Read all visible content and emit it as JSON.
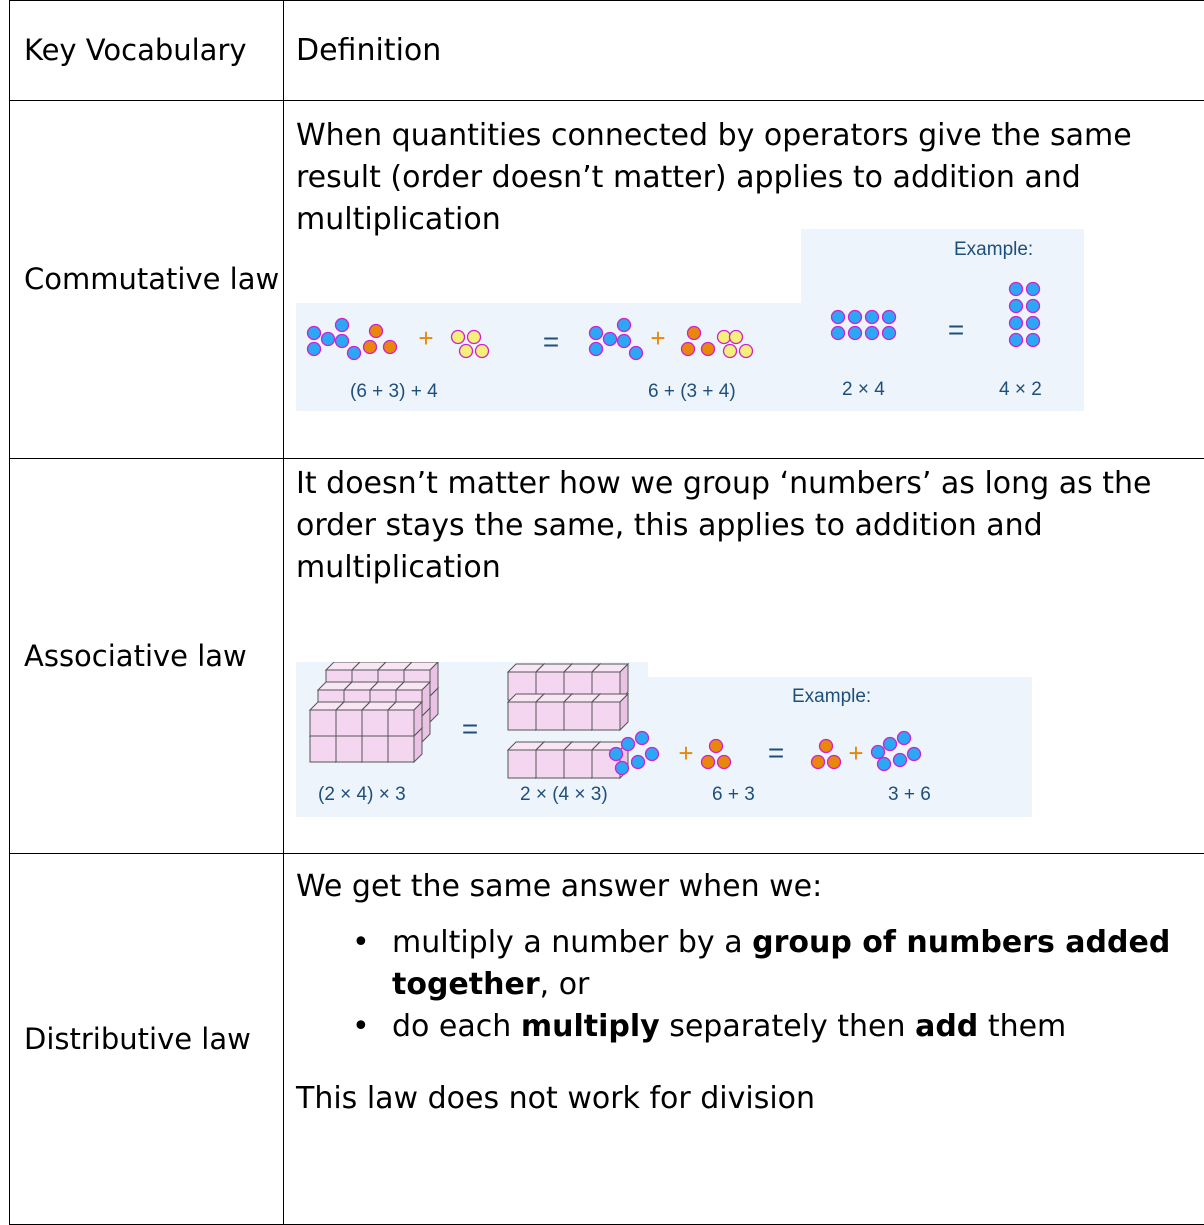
{
  "header": {
    "term": "Key Vocabulary",
    "definition": "Definition"
  },
  "rows": [
    {
      "term": "Commutative law",
      "definition": "When quantities connected by operators give the same result (order doesn’t matter) applies to addition and multiplication",
      "figure": {
        "example_label": "Example:",
        "captions": [
          "(6 + 3) + 4",
          "6 + (3 + 4)",
          "2 × 4",
          "4 × 2"
        ],
        "symbols": [
          "+",
          "=",
          "+",
          "="
        ]
      }
    },
    {
      "term": "Associative law",
      "definition": "It doesn’t matter how we group ‘numbers’ as long as the order stays the same, this applies to addition and multiplication",
      "figure": {
        "example_label": "Example:",
        "captions": [
          "(2 × 4) × 3",
          "2 × (4 × 3)",
          "6 + 3",
          "3 + 6"
        ],
        "symbols": [
          "=",
          "+",
          "=",
          "+"
        ]
      }
    },
    {
      "term": "Distributive law",
      "intro": "We get the same answer when we:",
      "bullets": [
        {
          "pre": "multiply a number by a ",
          "bold": "group of numbers added together",
          "post": ", or"
        },
        {
          "pre": "do each ",
          "bold": "multiply",
          "mid": " separately then ",
          "bold2": "add",
          "post": " them"
        }
      ],
      "outro": "This law does not work for division"
    }
  ],
  "colors": {
    "blue_dot": "#2aa7f5",
    "orange_dot": "#e8870a",
    "yellow_dot": "#f5f07a",
    "dot_ring": "#d11fd1",
    "caption": "#1e4f7a",
    "cube": "#f4d6f0"
  }
}
